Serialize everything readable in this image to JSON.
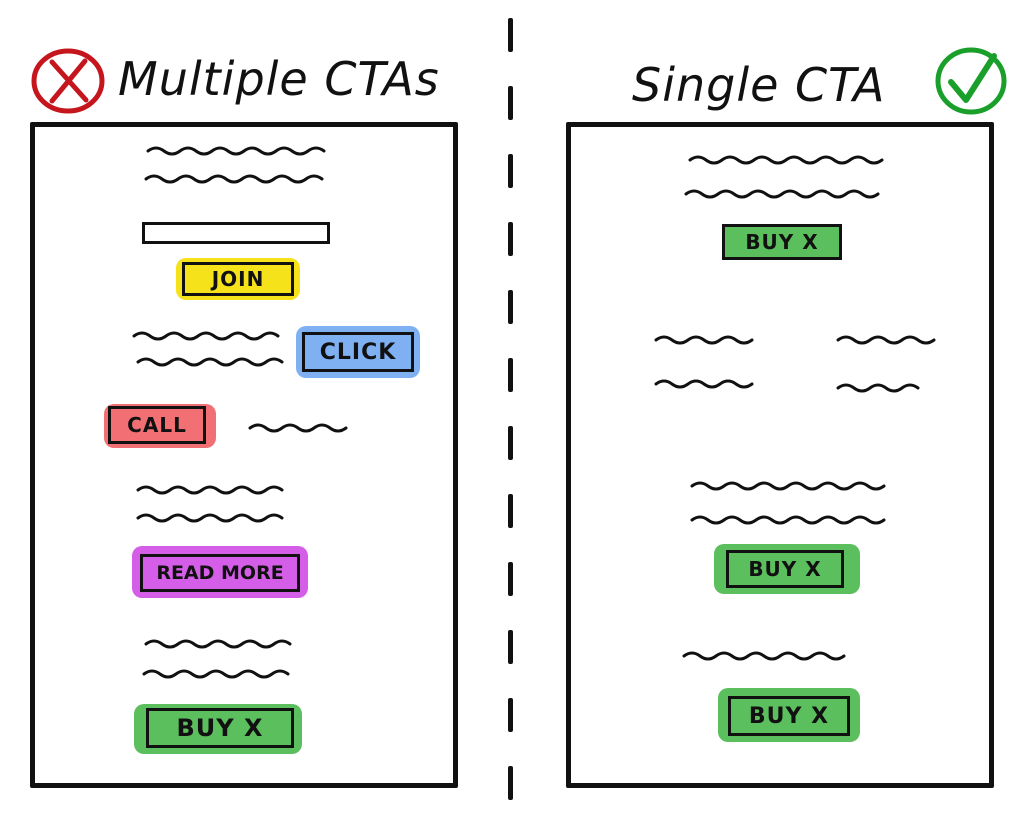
{
  "left_panel": {
    "title": "Multiple CTAs",
    "icon": "x-circle-icon",
    "buttons": {
      "join": "JOIN",
      "click": "CLICK",
      "call": "CALL",
      "read_more": "READ MORE",
      "buy": "BUY X"
    }
  },
  "right_panel": {
    "title": "Single CTA",
    "icon": "check-circle-icon",
    "buttons": [
      "BUY X",
      "BUY X",
      "BUY X"
    ]
  },
  "colors": {
    "bad": "#c4161c",
    "good": "#1a9f2b",
    "join": "#f5e21a",
    "click": "#7fb0f2",
    "call": "#f26f73",
    "read_more": "#d55ee8",
    "buy": "#5cbf5e"
  }
}
